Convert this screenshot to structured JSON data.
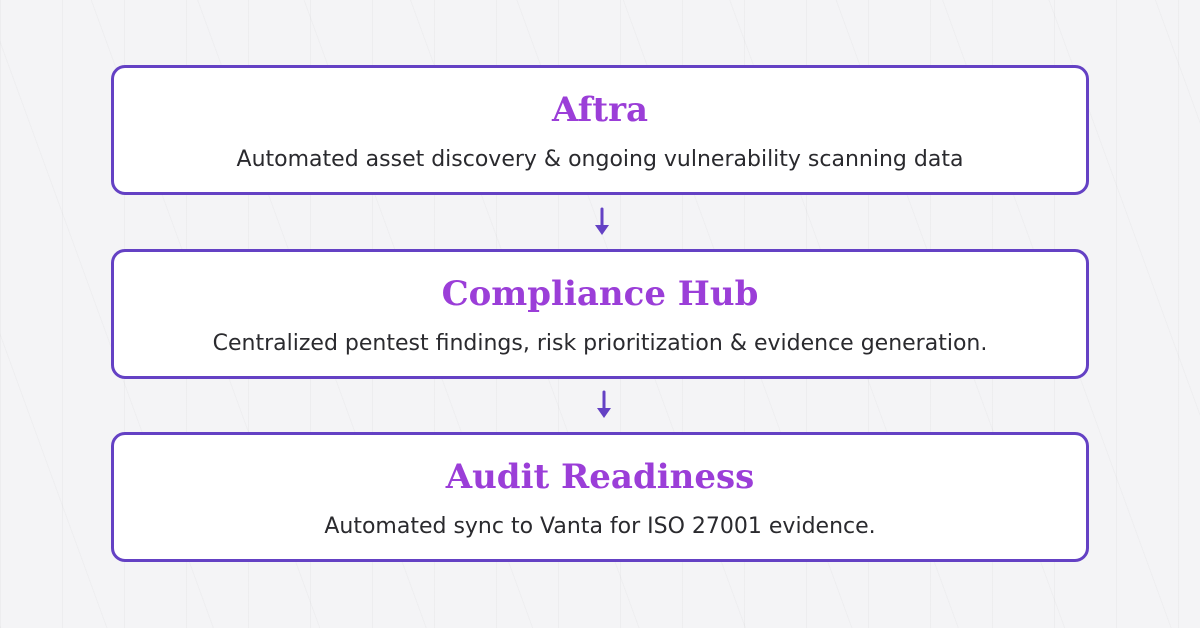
{
  "diagram": {
    "steps": [
      {
        "title": "Aftra",
        "description": "Automated asset discovery & ongoing vulnerability scanning data"
      },
      {
        "title": "Compliance Hub",
        "description": "Centralized pentest findings, risk prioritization & evidence generation."
      },
      {
        "title": "Audit Readiness",
        "description": "Automated sync to Vanta for ISO 27001 evidence."
      }
    ],
    "colors": {
      "box_border": "#6441c4",
      "title_text": "#9b3ed8",
      "arrow": "#6441c4",
      "body_text": "#2a2a2e",
      "background": "#f4f4f6"
    },
    "icons": [
      "arrow-down-icon",
      "arrow-down-icon"
    ]
  }
}
